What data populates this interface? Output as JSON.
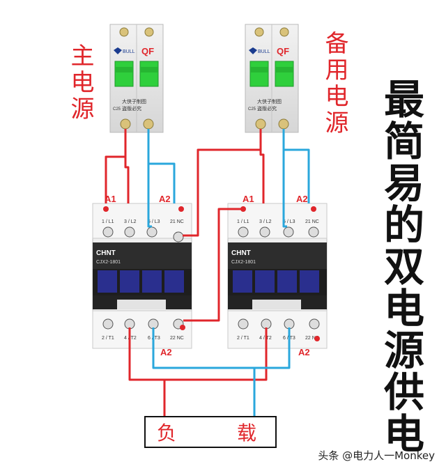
{
  "left_supply_label": "主电源",
  "right_supply_label": "备用电源",
  "title": "最简易的双电源供电",
  "breaker": {
    "mark": "QF",
    "brand": "BULL",
    "rating": "C25",
    "text_line1": "大侠子制图",
    "text_line2": "盗版必究"
  },
  "contactor": {
    "brand": "CHNT",
    "model": "CJX2-1801",
    "top_terminals": [
      "1 / L1",
      "3 / L2",
      "5 / L3",
      "21 NC"
    ],
    "bottom_terminals": [
      "2 / T1",
      "4 / T2",
      "6 / T3",
      "22 NC"
    ],
    "coil_a1": "A1",
    "coil_a2": "A2"
  },
  "load_label_1": "负",
  "load_label_2": "载",
  "watermark": "头条 @电力人一Monkey",
  "colors": {
    "wire_red": "#e0262b",
    "wire_blue": "#2aa7dc",
    "contactor_blue": "#2a2f8e",
    "breaker_green": "#2fcf3c"
  }
}
